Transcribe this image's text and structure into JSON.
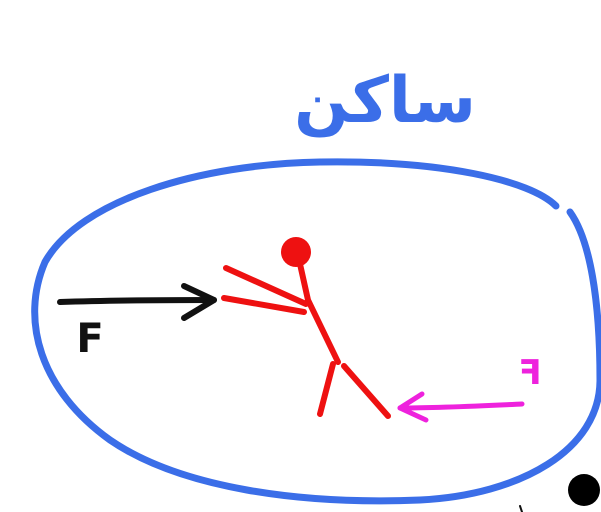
{
  "title_word": "ساکن",
  "left_force_label": "F",
  "right_force_label": "F",
  "colors": {
    "ellipse": "#3b6ee8",
    "title": "#3b6ee8",
    "person": "#ee1111",
    "left_arrow": "#111111",
    "right_arrow": "#ee22dd",
    "dot": "#000000"
  }
}
